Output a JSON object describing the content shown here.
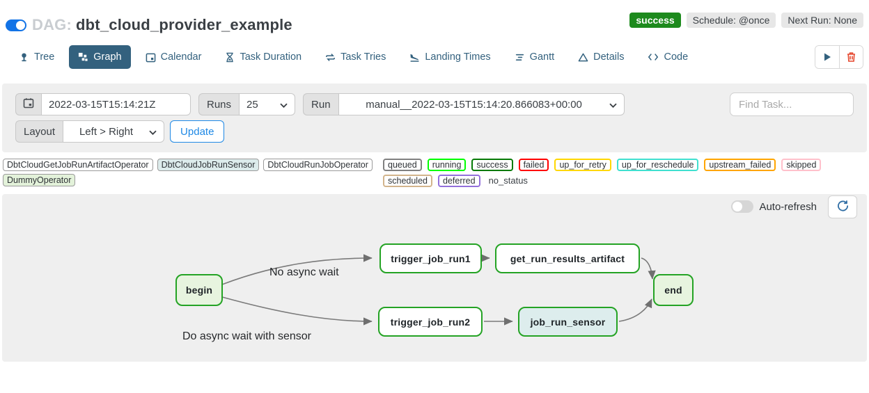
{
  "header": {
    "dag_toggle_on": true,
    "title_prefix": "DAG:",
    "dag_name": "dbt_cloud_provider_example",
    "status_badge": "success",
    "schedule_badge": "Schedule: @once",
    "next_run_badge": "Next Run: None",
    "status_color": "#1d8a1d",
    "toggle_color": "#1273e6"
  },
  "tabs": [
    {
      "label": "Tree",
      "icon": "tree-icon",
      "active": false
    },
    {
      "label": "Graph",
      "icon": "graph-icon",
      "active": true
    },
    {
      "label": "Calendar",
      "icon": "calendar-icon",
      "active": false
    },
    {
      "label": "Task Duration",
      "icon": "hourglass-icon",
      "active": false
    },
    {
      "label": "Task Tries",
      "icon": "repeat-icon",
      "active": false
    },
    {
      "label": "Landing Times",
      "icon": "plane-landing-icon",
      "active": false
    },
    {
      "label": "Gantt",
      "icon": "gantt-bars-icon",
      "active": false
    },
    {
      "label": "Details",
      "icon": "triangle-icon",
      "active": false
    },
    {
      "label": "Code",
      "icon": "code-icon",
      "active": false
    }
  ],
  "tab_accent_color": "#33617e",
  "filters": {
    "date_value": "2022-03-15T15:14:21Z",
    "runs_label": "Runs",
    "runs_value": "25",
    "run_label": "Run",
    "run_value": "manual__2022-03-15T15:14:20.866083+00:00",
    "find_task_placeholder": "Find Task...",
    "layout_label": "Layout",
    "layout_value": "Left > Right",
    "update_label": "Update",
    "update_color": "#1e88e5"
  },
  "legend": {
    "operators": [
      {
        "label": "DbtCloudGetJobRunArtifactOperator",
        "fill": "#ffffff"
      },
      {
        "label": "DbtCloudJobRunSensor",
        "fill": "#dcebeb"
      },
      {
        "label": "DbtCloudRunJobOperator",
        "fill": "#ffffff"
      },
      {
        "label": "DummyOperator",
        "fill": "#e3f2da"
      }
    ],
    "states": [
      {
        "label": "queued",
        "color": "#808080"
      },
      {
        "label": "running",
        "color": "#00ff00"
      },
      {
        "label": "success",
        "color": "#067a06"
      },
      {
        "label": "failed",
        "color": "#ff0000"
      },
      {
        "label": "up_for_retry",
        "color": "#ffd700"
      },
      {
        "label": "up_for_reschedule",
        "color": "#40e0d0"
      },
      {
        "label": "upstream_failed",
        "color": "#ffa500"
      },
      {
        "label": "skipped",
        "color": "#ffc0cb"
      },
      {
        "label": "scheduled",
        "color": "#d2b48c"
      },
      {
        "label": "deferred",
        "color": "#9370db"
      }
    ],
    "no_status_label": "no_status"
  },
  "graph": {
    "auto_refresh_label": "Auto-refresh",
    "auto_refresh_on": false,
    "node_border_color": "#24a324",
    "edge_color": "#7a7a7a",
    "nodes": [
      {
        "id": "begin",
        "label": "begin",
        "fill": "#e7f4df"
      },
      {
        "id": "trigger_job_run1",
        "label": "trigger_job_run1",
        "fill": "#ffffff"
      },
      {
        "id": "get_run_results_artifact",
        "label": "get_run_results_artifact",
        "fill": "#ffffff"
      },
      {
        "id": "trigger_job_run2",
        "label": "trigger_job_run2",
        "fill": "#ffffff"
      },
      {
        "id": "job_run_sensor",
        "label": "job_run_sensor",
        "fill": "#ddeded"
      },
      {
        "id": "end",
        "label": "end",
        "fill": "#e7f4df"
      }
    ],
    "edges": [
      {
        "from": "begin",
        "to": "trigger_job_run1",
        "label": "No async wait"
      },
      {
        "from": "begin",
        "to": "trigger_job_run2",
        "label": "Do async wait with sensor"
      },
      {
        "from": "trigger_job_run1",
        "to": "get_run_results_artifact",
        "label": ""
      },
      {
        "from": "trigger_job_run2",
        "to": "job_run_sensor",
        "label": ""
      },
      {
        "from": "get_run_results_artifact",
        "to": "end",
        "label": ""
      },
      {
        "from": "job_run_sensor",
        "to": "end",
        "label": ""
      }
    ]
  }
}
